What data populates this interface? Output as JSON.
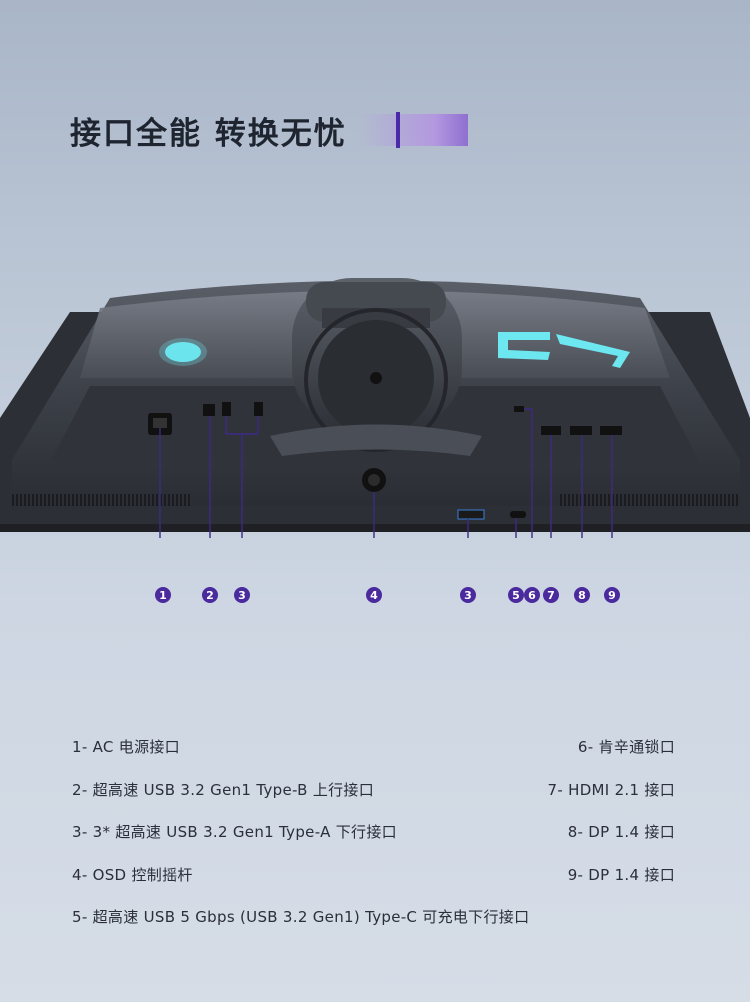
{
  "title": "接口全能 转换无忧",
  "badges": [
    "1",
    "2",
    "3",
    "4",
    "3",
    "5",
    "6",
    "7",
    "8",
    "9"
  ],
  "legend": {
    "l1": "1- AC 电源接口",
    "l2": "2- 超高速 USB 3.2 Gen1 Type-B 上行接口",
    "l3": "3- 3* 超高速 USB 3.2 Gen1 Type-A 下行接口",
    "l4": "4- OSD 控制摇杆",
    "l5": "5- 超高速 USB 5 Gbps (USB 3.2 Gen1) Type-C 可充电下行接口",
    "r6": "6- 肯辛通锁口",
    "r7": "7- HDMI 2.1 接口",
    "r8": "8- DP 1.4 接口",
    "r9": "9- DP 1.4 接口"
  },
  "colors": {
    "accent": "#4a2a9c",
    "glow": "#5ff3ff"
  }
}
